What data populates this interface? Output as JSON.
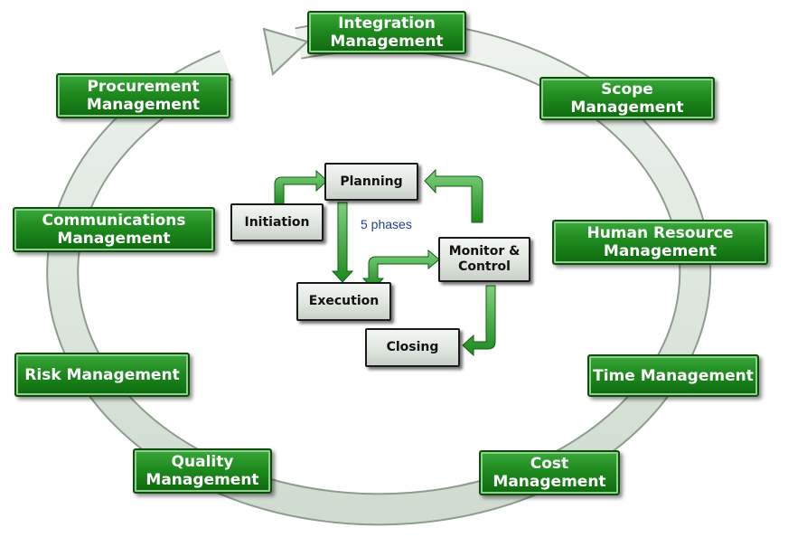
{
  "knowledge_areas": {
    "integration": "Integration\nManagement",
    "scope": "Scope\nManagement",
    "human_resource": "Human Resource\nManagement",
    "time": "Time Management",
    "cost": "Cost\nManagement",
    "quality": "Quality\nManagement",
    "risk": "Risk Management",
    "communications": "Communications\nManagement",
    "procurement": "Procurement\nManagement"
  },
  "phases": {
    "label": "5 phases",
    "initiation": "Initiation",
    "planning": "Planning",
    "monitor_control": "Monitor &\nControl",
    "execution": "Execution",
    "closing": "Closing"
  },
  "colors": {
    "area_green": "#1f8a1f",
    "ring_fill": "#dde8dd",
    "arrow_green": "#3aa83a",
    "phase_gray": "#dfe6df",
    "label_blue": "#1f3f8f"
  }
}
